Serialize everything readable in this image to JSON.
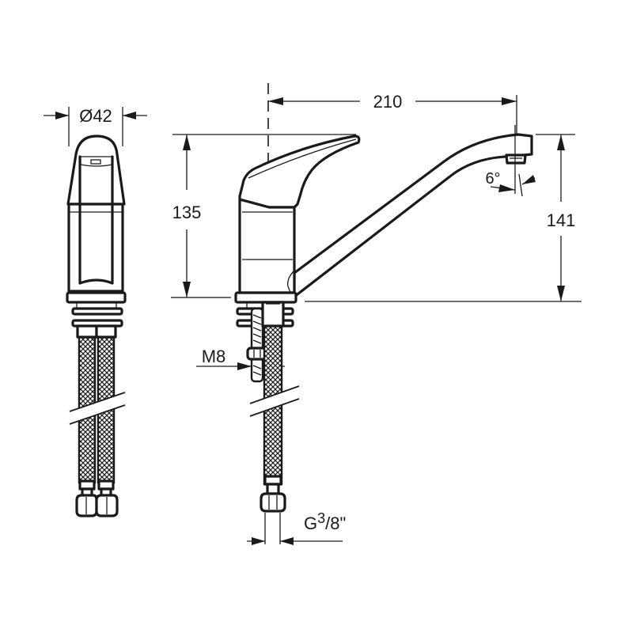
{
  "drawing": {
    "subject": "Single-lever kitchen faucet — technical dimension drawing",
    "views": [
      "front-view",
      "side-view"
    ],
    "colors": {
      "line": "#1a1a1a",
      "background": "#ffffff"
    }
  },
  "dimensions": {
    "diameter": "Ø42",
    "spout_reach": "210",
    "body_height": "135",
    "spout_height": "141",
    "spout_angle": "6°",
    "thread": "M8",
    "hose_connection_prefix": "G",
    "hose_connection_sup": "3",
    "hose_connection_suffix": "/8\""
  }
}
